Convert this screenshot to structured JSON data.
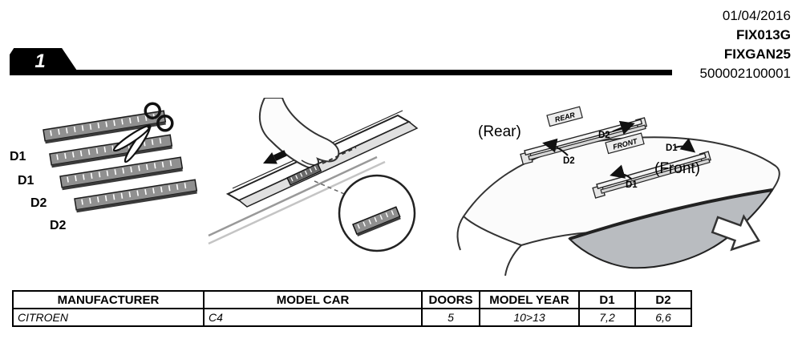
{
  "page": {
    "step_number": "1"
  },
  "header": {
    "date": "01/04/2016",
    "product_code": "FIX013G",
    "kit_code": "FIXGAN25",
    "serial": "500002100001"
  },
  "illustrations": {
    "strips": {
      "labels": [
        "D1",
        "D1",
        "D2",
        "D2"
      ]
    },
    "roof": {
      "rear_caption": "(Rear)",
      "front_caption": "(Front)",
      "rear_tag": "REAR",
      "front_tag": "FRONT",
      "d1_label": "D1",
      "d2_label": "D2"
    }
  },
  "table": {
    "headers": [
      "MANUFACTURER",
      "MODEL CAR",
      "DOORS",
      "MODEL YEAR",
      "D1",
      "D2"
    ],
    "rows": [
      [
        "CITROEN",
        "C4",
        "5",
        "10>13",
        "7,2",
        "6,6"
      ]
    ]
  }
}
